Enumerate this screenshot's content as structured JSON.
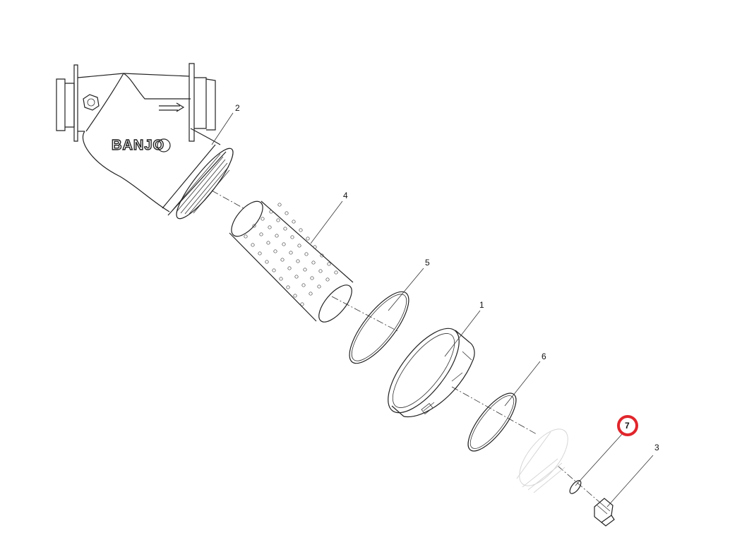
{
  "diagram": {
    "brand_logo": "BANJO",
    "highlight_color": "#e0262c",
    "callouts": [
      {
        "id": "callout-1",
        "label": "1",
        "highlighted": false
      },
      {
        "id": "callout-2",
        "label": "2",
        "highlighted": false
      },
      {
        "id": "callout-3",
        "label": "3",
        "highlighted": false
      },
      {
        "id": "callout-4",
        "label": "4",
        "highlighted": false
      },
      {
        "id": "callout-5",
        "label": "5",
        "highlighted": false
      },
      {
        "id": "callout-6",
        "label": "6",
        "highlighted": false
      },
      {
        "id": "callout-7",
        "label": "7",
        "highlighted": true
      }
    ]
  }
}
